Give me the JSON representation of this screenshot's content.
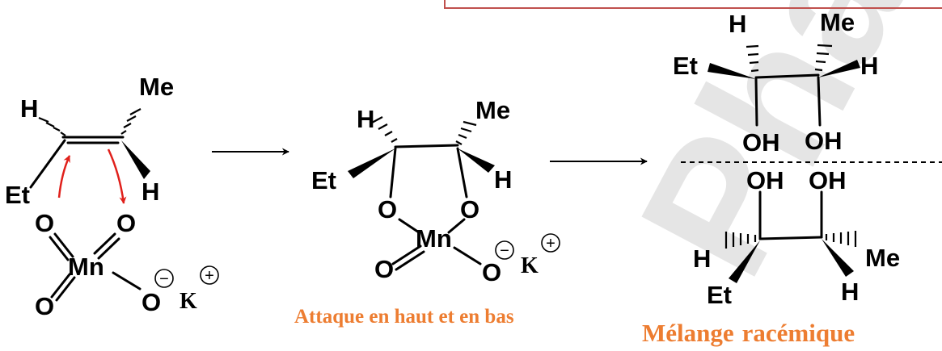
{
  "watermark": "Pharm",
  "labels": {
    "alkene_H": "H",
    "alkene_Me": "Me",
    "alkene_Et": "Et",
    "alkene_H2": "H",
    "mno4_O1": "O",
    "mno4_O2": "O",
    "mno4_Mn": "Mn",
    "mno4_O3": "O",
    "mno4_O4": "O",
    "mno4_charge": "−",
    "mno4_K": "K",
    "mno4_K_charge": "+",
    "inter_H": "H",
    "inter_Me": "Me",
    "inter_Et": "Et",
    "inter_H2": "H",
    "inter_O1": "O",
    "inter_O2": "O",
    "inter_Mn": "Mn",
    "inter_O3": "O",
    "inter_O4": "O",
    "inter_charge": "−",
    "inter_K": "K",
    "inter_K_charge": "+",
    "top_H": "H",
    "top_Me": "Me",
    "top_Et": "Et",
    "top_H2": "H",
    "top_OH1": "OH",
    "top_OH2": "OH",
    "bot_OH1": "OH",
    "bot_OH2": "OH",
    "bot_H": "H",
    "bot_Me": "Me",
    "bot_Et": "Et",
    "bot_H2": "H"
  },
  "captions": {
    "attack": "Attaque en haut et en bas",
    "mixture_word1": "Mélange",
    "mixture_word2": "racémique"
  },
  "colors": {
    "caption": "#ed7d31",
    "curved_arrow": "#e0201b",
    "header_box_border": "#c0504d"
  }
}
